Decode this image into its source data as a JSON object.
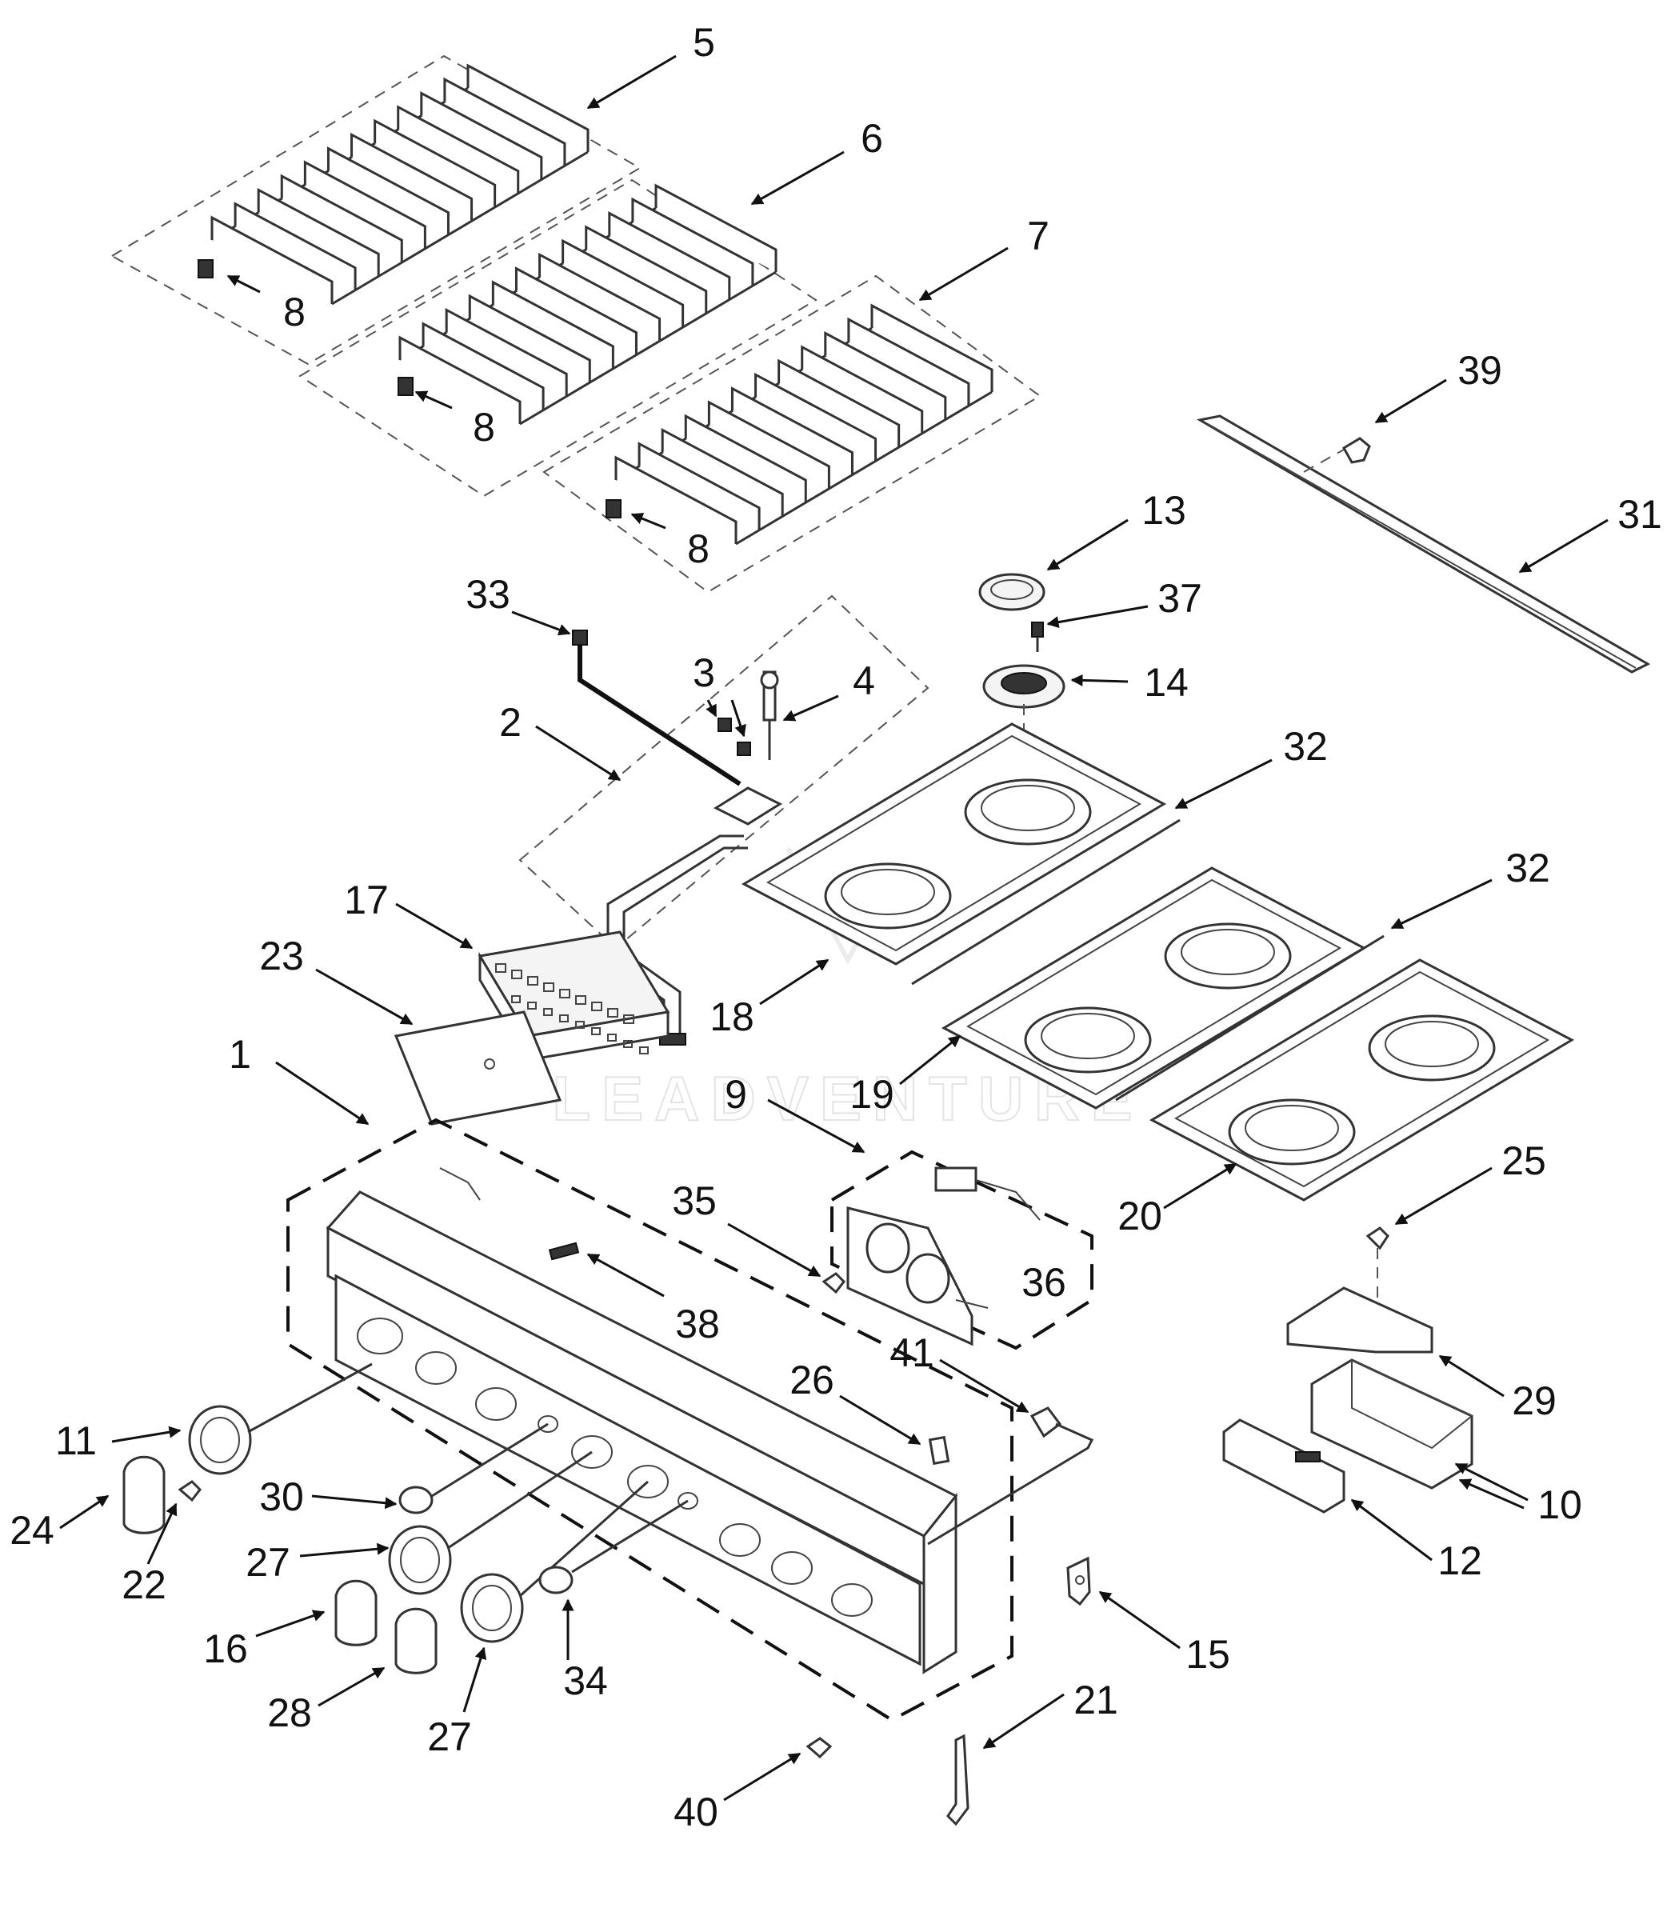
{
  "diagram": {
    "callouts": [
      {
        "id": "c5",
        "text": "5"
      },
      {
        "id": "c6",
        "text": "6"
      },
      {
        "id": "c7",
        "text": "7"
      },
      {
        "id": "c8a",
        "text": "8"
      },
      {
        "id": "c8b",
        "text": "8"
      },
      {
        "id": "c8c",
        "text": "8"
      },
      {
        "id": "c39",
        "text": "39"
      },
      {
        "id": "c31",
        "text": "31"
      },
      {
        "id": "c13",
        "text": "13"
      },
      {
        "id": "c37",
        "text": "37"
      },
      {
        "id": "c14",
        "text": "14"
      },
      {
        "id": "c33",
        "text": "33"
      },
      {
        "id": "c3",
        "text": "3"
      },
      {
        "id": "c4",
        "text": "4"
      },
      {
        "id": "c2",
        "text": "2"
      },
      {
        "id": "c32a",
        "text": "32"
      },
      {
        "id": "c32b",
        "text": "32"
      },
      {
        "id": "c17",
        "text": "17"
      },
      {
        "id": "c23",
        "text": "23"
      },
      {
        "id": "c18",
        "text": "18"
      },
      {
        "id": "c19",
        "text": "19"
      },
      {
        "id": "c1",
        "text": "1"
      },
      {
        "id": "c9",
        "text": "9"
      },
      {
        "id": "c25",
        "text": "25"
      },
      {
        "id": "c20",
        "text": "20"
      },
      {
        "id": "c35",
        "text": "35"
      },
      {
        "id": "c36",
        "text": "36"
      },
      {
        "id": "c38",
        "text": "38"
      },
      {
        "id": "c41",
        "text": "41"
      },
      {
        "id": "c29",
        "text": "29"
      },
      {
        "id": "c26",
        "text": "26"
      },
      {
        "id": "c11",
        "text": "11"
      },
      {
        "id": "c10",
        "text": "10"
      },
      {
        "id": "c30",
        "text": "30"
      },
      {
        "id": "c24",
        "text": "24"
      },
      {
        "id": "c22",
        "text": "22"
      },
      {
        "id": "c27a",
        "text": "27"
      },
      {
        "id": "c12",
        "text": "12"
      },
      {
        "id": "c16",
        "text": "16"
      },
      {
        "id": "c15",
        "text": "15"
      },
      {
        "id": "c34",
        "text": "34"
      },
      {
        "id": "c28",
        "text": "28"
      },
      {
        "id": "c27b",
        "text": "27"
      },
      {
        "id": "c21",
        "text": "21"
      },
      {
        "id": "c40",
        "text": "40"
      }
    ],
    "watermark": "LEADVENTURE"
  }
}
